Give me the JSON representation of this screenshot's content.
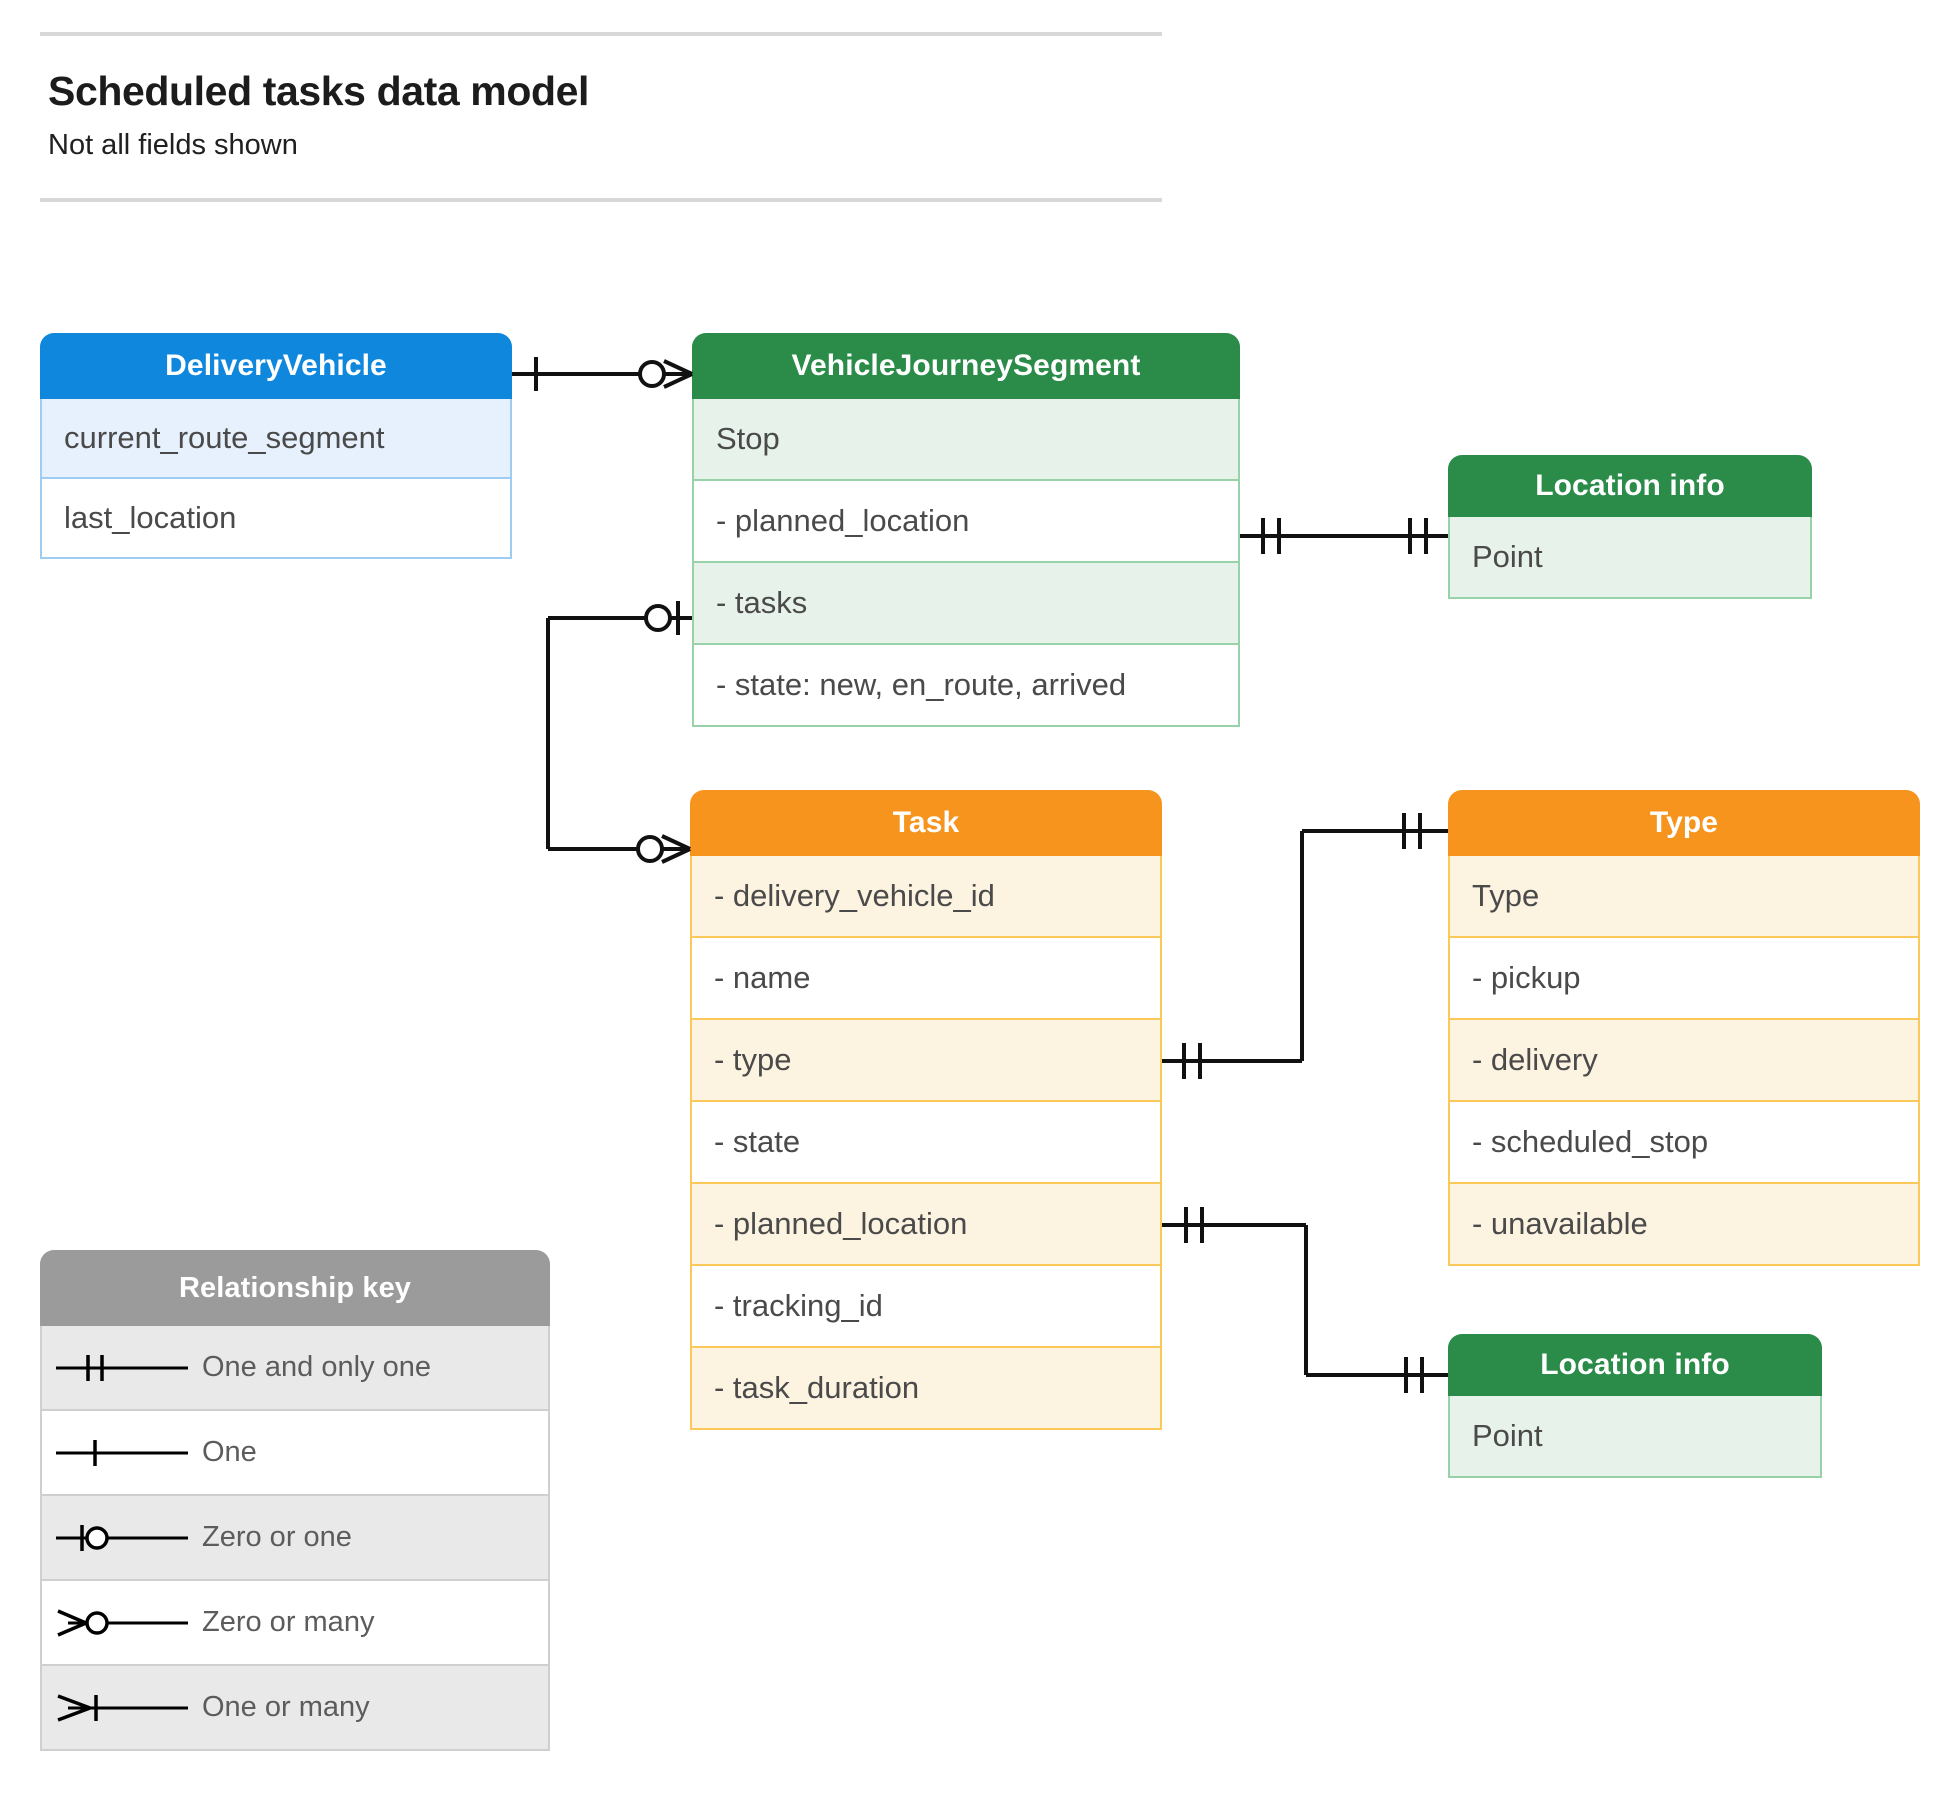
{
  "header": {
    "title": "Scheduled tasks data model",
    "subtitle": "Not all fields shown"
  },
  "entities": {
    "delivery_vehicle": {
      "title": "DeliveryVehicle",
      "color": "#0f87dd",
      "rows": [
        {
          "label": "current_route_segment"
        },
        {
          "label": "last_location"
        }
      ]
    },
    "vehicle_journey_segment": {
      "title": "VehicleJourneySegment",
      "color": "#2a8c48",
      "rows": [
        {
          "label": "Stop"
        },
        {
          "label": "-  planned_location"
        },
        {
          "label": "- tasks"
        },
        {
          "label": "- state: new, en_route, arrived"
        }
      ]
    },
    "location_info_top": {
      "title": "Location info",
      "color": "#2a8c48",
      "rows": [
        {
          "label": "Point"
        }
      ]
    },
    "location_info_bottom": {
      "title": "Location info",
      "color": "#2a8c48",
      "rows": [
        {
          "label": "Point"
        }
      ]
    },
    "task": {
      "title": "Task",
      "color": "#f7941e",
      "rows": [
        {
          "label": "- delivery_vehicle_id"
        },
        {
          "label": "- name"
        },
        {
          "label": "- type"
        },
        {
          "label": "- state"
        },
        {
          "label": "- planned_location"
        },
        {
          "label": "- tracking_id"
        },
        {
          "label": "- task_duration"
        }
      ]
    },
    "type": {
      "title": "Type",
      "color": "#f7941e",
      "rows": [
        {
          "label": "Type"
        },
        {
          "label": "-   pickup"
        },
        {
          "label": "-   delivery"
        },
        {
          "label": "-   scheduled_stop"
        },
        {
          "label": "-   unavailable"
        }
      ]
    }
  },
  "legend": {
    "title": "Relationship key",
    "color": "#9b9b9b",
    "items": [
      {
        "symbol": "one-and-only-one",
        "label": "One and only one"
      },
      {
        "symbol": "one",
        "label": "One"
      },
      {
        "symbol": "zero-or-one",
        "label": "Zero or one"
      },
      {
        "symbol": "zero-or-many",
        "label": "Zero or many"
      },
      {
        "symbol": "one-or-many",
        "label": "One or many"
      }
    ]
  },
  "relationships": [
    {
      "from": "DeliveryVehicle",
      "from_cardinality": "one",
      "to": "VehicleJourneySegment",
      "to_cardinality": "zero-or-many"
    },
    {
      "from": "VehicleJourneySegment.planned_location",
      "from_cardinality": "one-and-only-one",
      "to": "Location info",
      "to_cardinality": "one-and-only-one"
    },
    {
      "from": "VehicleJourneySegment.tasks",
      "from_cardinality": "zero-or-one",
      "to": "Task",
      "to_cardinality": "zero-or-many"
    },
    {
      "from": "Task.type",
      "from_cardinality": "one-and-only-one",
      "to": "Type",
      "to_cardinality": "one-and-only-one"
    },
    {
      "from": "Task.planned_location",
      "from_cardinality": "one-and-only-one",
      "to": "Location info",
      "to_cardinality": "one-and-only-one"
    }
  ]
}
